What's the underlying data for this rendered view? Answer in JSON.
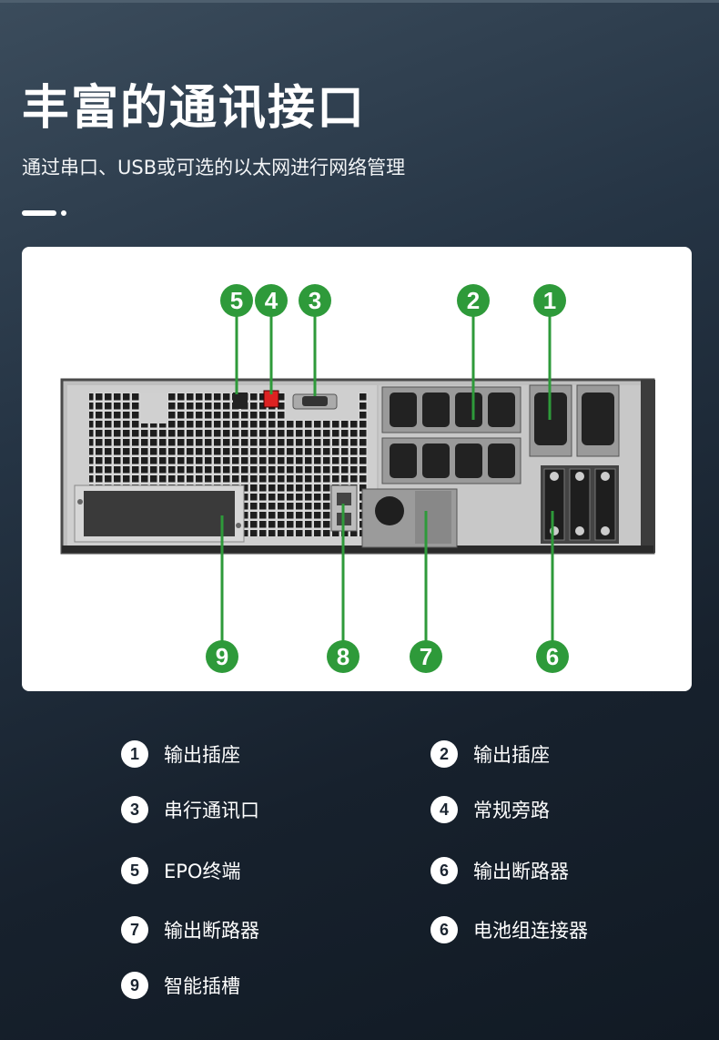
{
  "header": {
    "title": "丰富的通讯接口",
    "subtitle": "通过串口、USB或可选的以太网进行网络管理"
  },
  "diagram": {
    "callouts": [
      "5",
      "4",
      "3",
      "2",
      "1",
      "9",
      "8",
      "7",
      "6"
    ],
    "accent_color": "#2e9a3a"
  },
  "legend": [
    {
      "num": "1",
      "label": "输出插座"
    },
    {
      "num": "2",
      "label": "输出插座"
    },
    {
      "num": "3",
      "label": "串行通讯口"
    },
    {
      "num": "4",
      "label": "常规旁路"
    },
    {
      "num": "5",
      "label": "EPO终端"
    },
    {
      "num": "6",
      "label": "输出断路器"
    },
    {
      "num": "7",
      "label": "输出断路器"
    },
    {
      "num": "6",
      "label": "电池组连接器"
    },
    {
      "num": "9",
      "label": "智能插槽"
    }
  ]
}
